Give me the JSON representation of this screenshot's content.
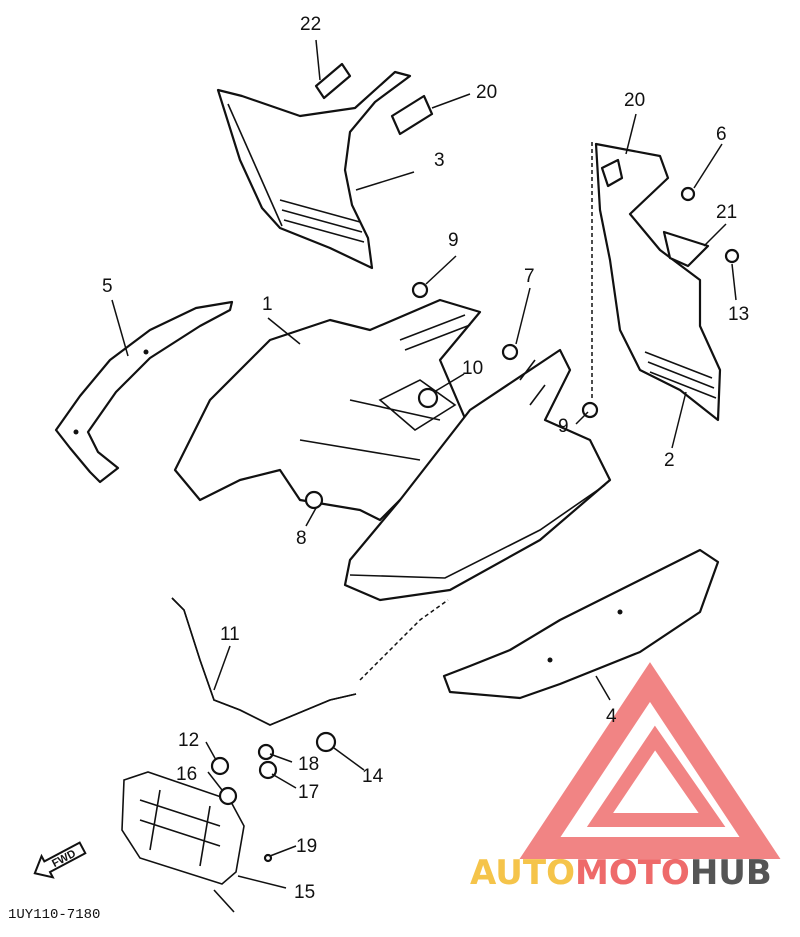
{
  "callouts": {
    "c1": "1",
    "c2": "2",
    "c3": "3",
    "c4": "4",
    "c5": "5",
    "c6": "6",
    "c7": "7",
    "c8": "8",
    "c9a": "9",
    "c9b": "9",
    "c10": "10",
    "c11": "11",
    "c12": "12",
    "c13": "13",
    "c14": "14",
    "c15": "15",
    "c16": "16",
    "c17": "17",
    "c18": "18",
    "c19": "19",
    "c20a": "20",
    "c20b": "20",
    "c21": "21",
    "c22": "22"
  },
  "fwd_label": "FWD",
  "diagram_code": "1UY110-7180",
  "watermark": {
    "part1": "AUTO",
    "part2": "MOTO",
    "part3": "HUB",
    "colors": {
      "auto": "#f5c44a",
      "moto": "#ee6a6a",
      "hub": "#555555",
      "logo": "#ef6f6f"
    }
  }
}
